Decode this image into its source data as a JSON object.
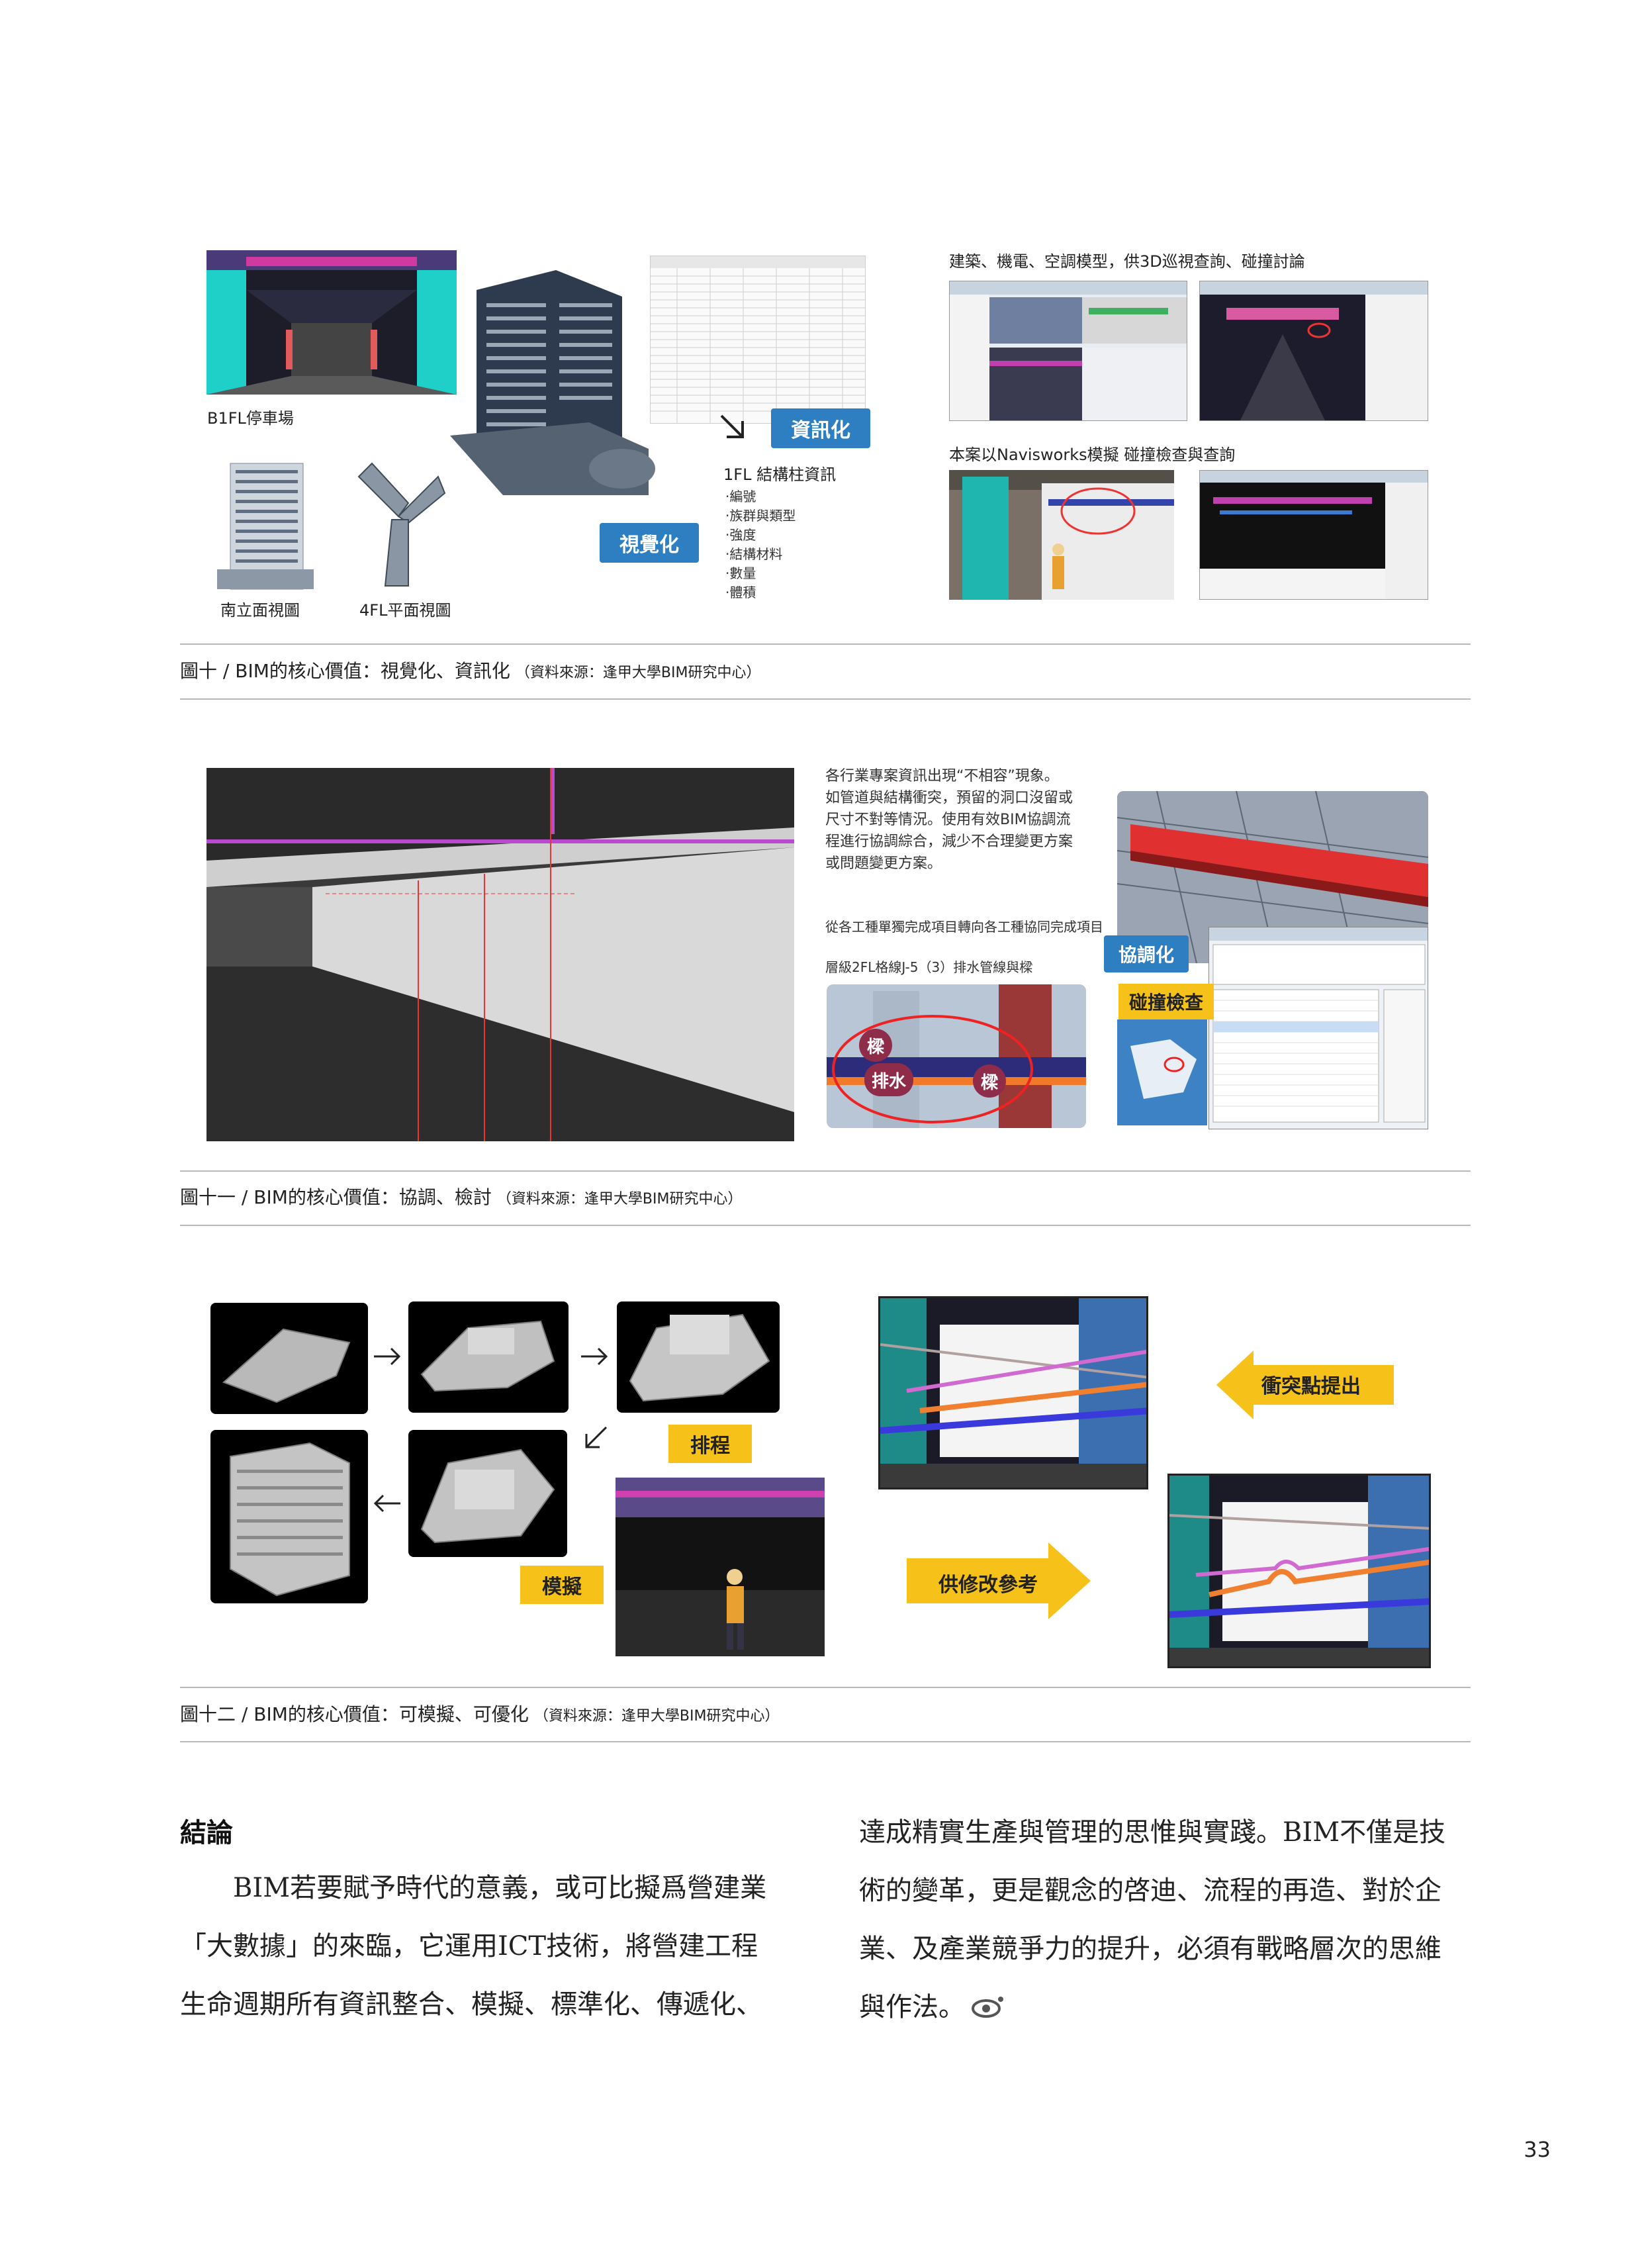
{
  "fig10": {
    "label_b1": "B1FL停車場",
    "label_south": "南立面視圖",
    "label_4fl": "4FL平面視圖",
    "tag_visual": "視覺化",
    "tag_info": "資訊化",
    "info_title": "1FL 結構柱資訊",
    "info_items": [
      "‧編號",
      "‧族群與類型",
      "‧強度",
      "‧結構材料",
      "‧數量",
      "‧體積"
    ],
    "right_title": "建築、機電、空調模型，供3D巡視查詢、碰撞討論",
    "right_sub": "本案以Navisworks模擬 碰撞檢查與查詢",
    "caption": "圖十 / BIM的核心價值：視覺化、資訊化",
    "caption_src": "（資料來源：逢甲大學BIM研究中心）"
  },
  "fig11": {
    "para_lines": [
      "各行業專案資訊出現“不相容”現象。",
      "如管道與結構衝突，預留的洞口沒留或",
      "尺寸不對等情況。使用有效BIM協調流",
      "程進行協調綜合，減少不合理變更方案",
      "或問題變更方案。"
    ],
    "line2": "從各工種單獨完成項目轉向各工種協同完成項目",
    "line3": "層級2FL格線J-5（3）排水管線與樑",
    "tag_coord": "協調化",
    "tag_clash": "碰撞檢查",
    "beam1": "樑",
    "drain": "排水",
    "beam2": "樑",
    "caption": "圖十一 / BIM的核心價值：協調、檢討",
    "caption_src": "（資料來源：逢甲大學BIM研究中心）"
  },
  "fig12": {
    "tag_schedule": "排程",
    "tag_simulate": "模擬",
    "tag_clash_point": "衝突點提出",
    "tag_revise": "供修改參考",
    "caption": "圖十二 / BIM的核心價值：可模擬、可優化",
    "caption_src": "（資料來源：逢甲大學BIM研究中心）"
  },
  "conclusion": {
    "heading": "結論",
    "left_lines": [
      "　　BIM若要賦予時代的意義，或可比擬爲營建業",
      "「大數據」的來臨，它運用ICT技術，將營建工程",
      "生命週期所有資訊整合、模擬、標準化、傳遞化、"
    ],
    "right_lines": [
      "達成精實生產與管理的思惟與實踐。BIM不僅是技",
      "術的變革，更是觀念的啓迪、流程的再造、對於企",
      "業、及產業競爭力的提升，必須有戰略層次的思維",
      "與作法。"
    ]
  },
  "page_number": "33",
  "colors": {
    "tag_blue": "#2d7fc1",
    "tag_yellow": "#f6c21a",
    "rule": "#b9b9b9"
  }
}
